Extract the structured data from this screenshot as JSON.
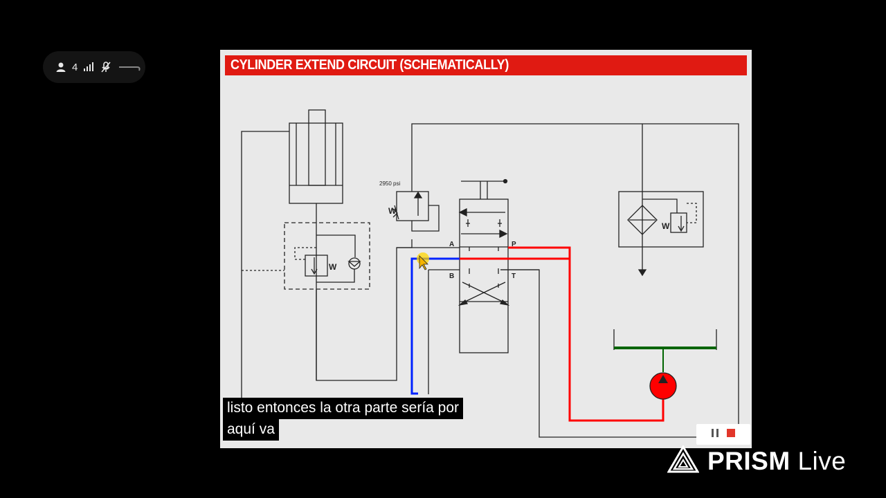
{
  "status_bar": {
    "participants_count": "4",
    "icons": [
      "person-icon",
      "signal-icon",
      "mic-muted-icon"
    ]
  },
  "slide": {
    "title": "CYLINDER EXTEND CIRCUIT (SCHEMATICALLY)",
    "relief_valve_setting": "2950 psi",
    "port_labels": {
      "a": "A",
      "p": "P",
      "b": "B",
      "t": "T"
    },
    "spring_label": "W",
    "colors": {
      "header": "#e01a12",
      "pressure_line": "#ff0000",
      "return_line": "#0022ff",
      "tank": "#006400",
      "pump": "#ff0000"
    }
  },
  "subtitle": {
    "line1": "listo entonces la otra parte sería por",
    "line2": "aquí va"
  },
  "recording": {
    "controls": [
      "pause-icon",
      "stop-icon"
    ]
  },
  "brand": {
    "name_bold": "PRISM",
    "name_light": "Live"
  }
}
